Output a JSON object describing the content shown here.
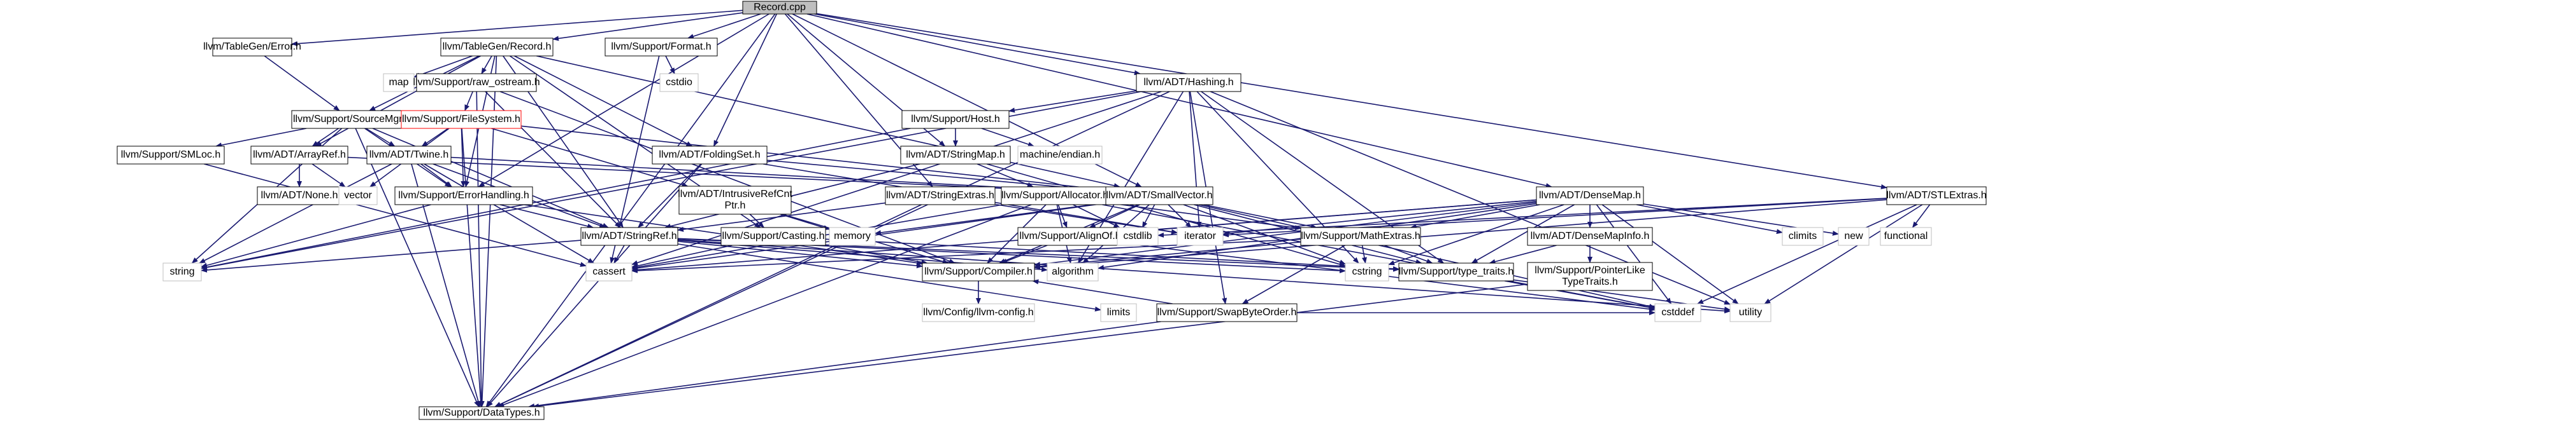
{
  "graph": {
    "nodes": {
      "record_cpp": "Record.cpp",
      "tablegen_error": "llvm/TableGen/Error.h",
      "tablegen_record": "llvm/TableGen/Record.h",
      "support_format": "llvm/Support/Format.h",
      "adt_hashing": "llvm/ADT/Hashing.h",
      "map": "map",
      "raw_ostream": "llvm/Support/raw_ostream.h",
      "cstdio": "cstdio",
      "support_host": "llvm/Support/Host.h",
      "source_mgr": "llvm/Support/SourceMgr.h",
      "file_system": "llvm/Support/FileSystem.h",
      "folding_set": "llvm/ADT/FoldingSet.h",
      "string_map": "llvm/ADT/StringMap.h",
      "machine_endian": "machine/endian.h",
      "smloc": "llvm/Support/SMLoc.h",
      "array_ref": "llvm/ADT/ArrayRef.h",
      "twine": "llvm/ADT/Twine.h",
      "none": "llvm/ADT/None.h",
      "vector": "vector",
      "error_handling": "llvm/Support/ErrorHandling.h",
      "intrusive_ref_cnt_ptr": "llvm/ADT/IntrusiveRefCnt\nPtr.h",
      "string_extras": "llvm/ADT/StringExtras.h",
      "allocator": "llvm/Support/Allocator.h",
      "small_vector": "llvm/ADT/SmallVector.h",
      "dense_map": "llvm/ADT/DenseMap.h",
      "stl_extras": "llvm/ADT/STLExtras.h",
      "memory": "memory",
      "string_ref": "llvm/ADT/StringRef.h",
      "casting": "llvm/Support/Casting.h",
      "align_of": "llvm/Support/AlignOf.h",
      "cstdlib": "cstdlib",
      "iterator": "iterator",
      "math_extras": "llvm/Support/MathExtras.h",
      "climits": "climits",
      "new": "new",
      "functional": "functional",
      "dense_map_info": "llvm/ADT/DenseMapInfo.h",
      "string": "string",
      "cassert": "cassert",
      "compiler": "llvm/Support/Compiler.h",
      "algorithm": "algorithm",
      "cstring": "cstring",
      "type_traits": "llvm/Support/type_traits.h",
      "pointer_like_type_traits": "llvm/Support/PointerLike\nTypeTraits.h",
      "swap_byte_order": "llvm/Support/SwapByteOrder.h",
      "llvm_config": "llvm/Config/llvm-config.h",
      "data_types": "llvm/Support/DataTypes.h",
      "limits": "limits",
      "cstddef": "cstddef",
      "utility": "utility"
    }
  }
}
